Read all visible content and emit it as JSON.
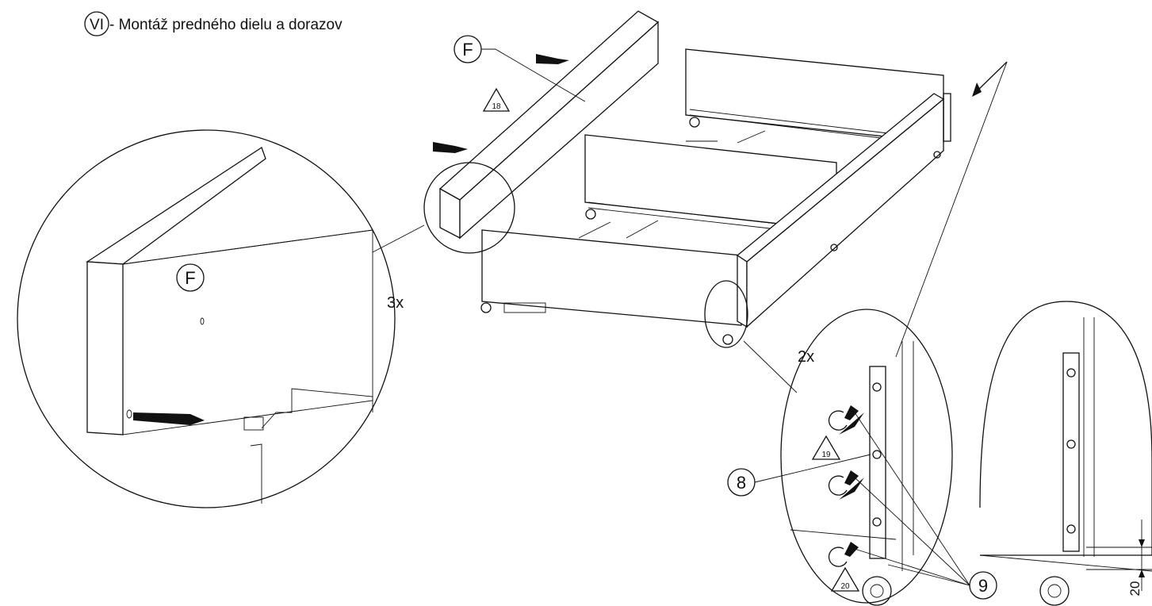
{
  "heading": {
    "roman": "VI",
    "text": "- Montáž predného dielu a dorazov"
  },
  "labels": {
    "part_f": "F",
    "part_f_detail": "F",
    "count_left": "3x",
    "count_right": "2x",
    "item_8": "8",
    "item_9": "9",
    "dimension": "20"
  },
  "steps": {
    "s18": "18",
    "s19": "19",
    "s20": "20"
  },
  "colors": {
    "ink": "#111111",
    "paper": "#ffffff"
  }
}
